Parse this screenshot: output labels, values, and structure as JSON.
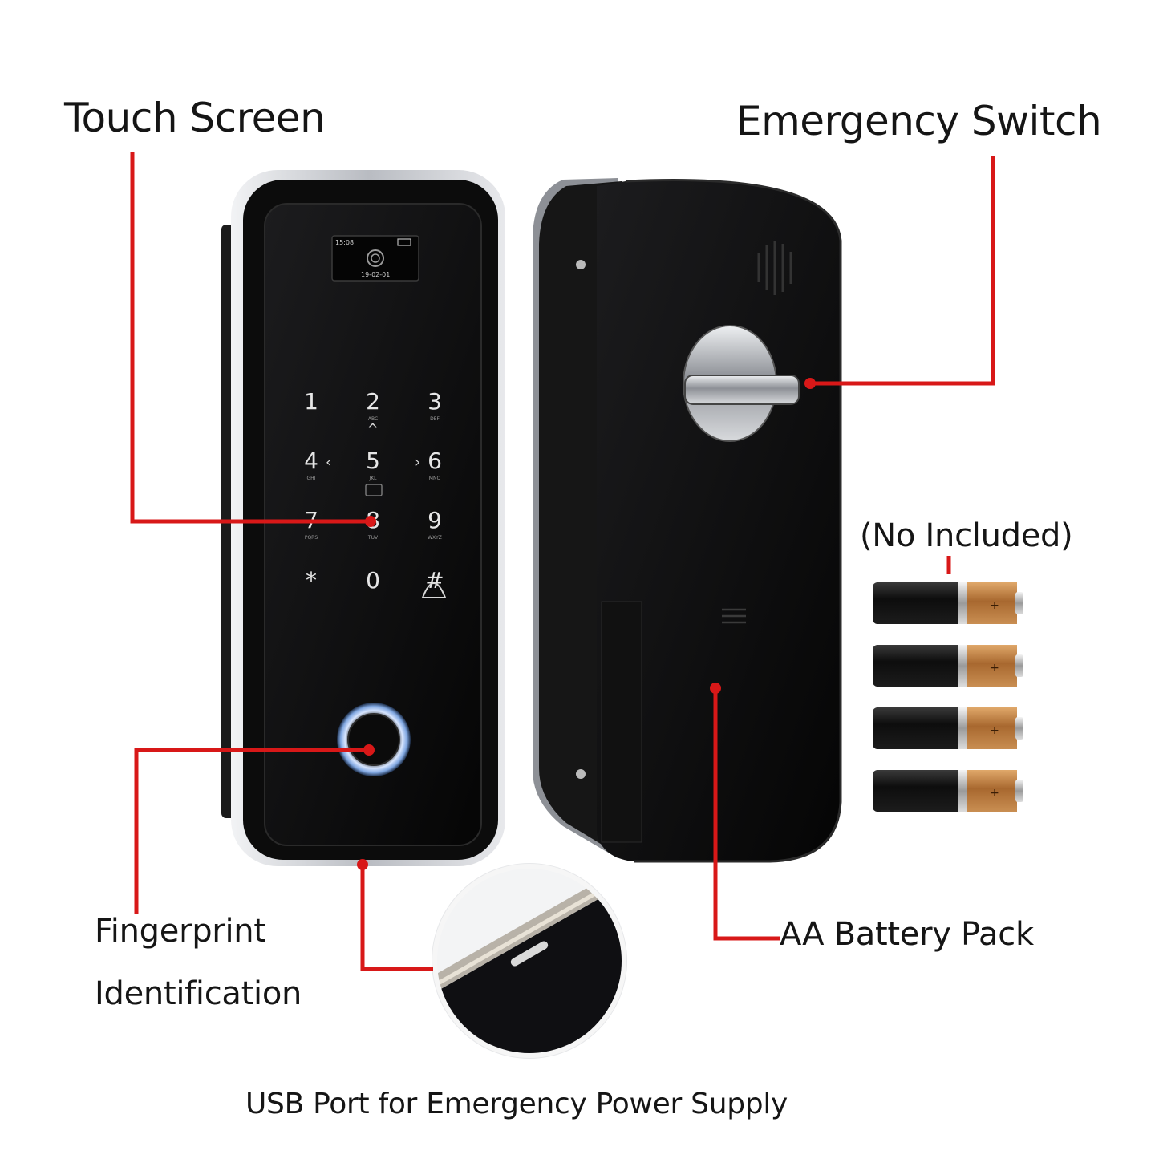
{
  "callouts": {
    "touch_screen": "Touch  Screen",
    "emergency_switch": "Emergency Switch",
    "no_included": "(No Included)",
    "fingerprint_line1": "Fingerprint",
    "fingerprint_line2": "Identification",
    "aa_battery_pack": "AA Battery Pack",
    "usb_port": "USB Port for Emergency Power Supply"
  },
  "screen": {
    "time": "15:08",
    "date": "19-02-01"
  },
  "keypad": [
    {
      "digit": "1",
      "letters": ""
    },
    {
      "digit": "2",
      "letters": "ABC"
    },
    {
      "digit": "3",
      "letters": "DEF"
    },
    {
      "digit": "4",
      "letters": "GHI"
    },
    {
      "digit": "5",
      "letters": "JKL"
    },
    {
      "digit": "6",
      "letters": "MNO"
    },
    {
      "digit": "7",
      "letters": "PQRS"
    },
    {
      "digit": "8",
      "letters": "TUV"
    },
    {
      "digit": "9",
      "letters": "WXYZ"
    },
    {
      "digit": "*",
      "letters": ""
    },
    {
      "digit": "0",
      "letters": ""
    },
    {
      "digit": "#",
      "letters": ""
    }
  ],
  "battery_plus": "+",
  "colors": {
    "callout_red": "#d81818",
    "device_black": "#0b0b0b",
    "bezel_silver": "#c9cbcf",
    "battery_gold": "#b87a3f"
  }
}
